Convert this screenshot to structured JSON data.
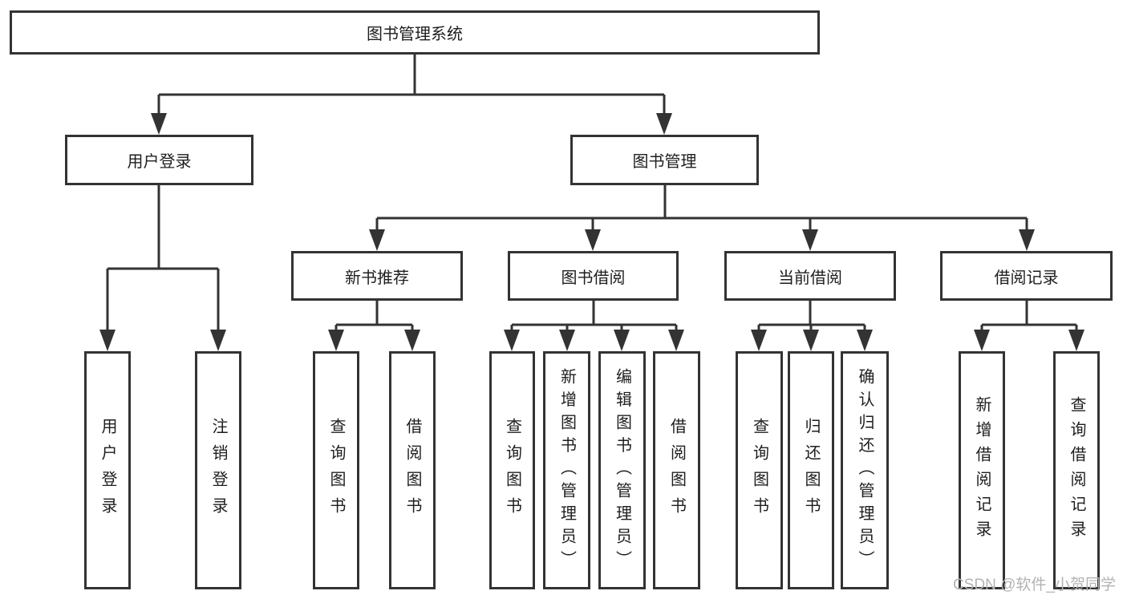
{
  "diagram": {
    "root": {
      "label": "图书管理系统"
    },
    "level2": [
      {
        "label": "用户登录"
      },
      {
        "label": "图书管理"
      }
    ],
    "level3": [
      {
        "label": "新书推荐",
        "parent": "图书管理"
      },
      {
        "label": "图书借阅",
        "parent": "图书管理"
      },
      {
        "label": "当前借阅",
        "parent": "图书管理"
      },
      {
        "label": "借阅记录",
        "parent": "图书管理"
      }
    ],
    "leaves": [
      {
        "label": "用户登录",
        "parent": "用户登录"
      },
      {
        "label": "注销登录",
        "parent": "用户登录"
      },
      {
        "label": "查询图书",
        "parent": "新书推荐"
      },
      {
        "label": "借阅图书",
        "parent": "新书推荐"
      },
      {
        "label": "查询图书",
        "parent": "图书借阅"
      },
      {
        "label": "新增图书（管理员）",
        "parent": "图书借阅"
      },
      {
        "label": "编辑图书（管理员）",
        "parent": "图书借阅"
      },
      {
        "label": "借阅图书",
        "parent": "图书借阅"
      },
      {
        "label": "查询图书",
        "parent": "当前借阅"
      },
      {
        "label": "归还图书",
        "parent": "当前借阅"
      },
      {
        "label": "确认归还（管理员）",
        "parent": "当前借阅"
      },
      {
        "label": "新增借阅记录",
        "parent": "借阅记录"
      },
      {
        "label": "查询借阅记录",
        "parent": "借阅记录"
      }
    ]
  },
  "watermark": "CSDN @软件_小贺同学",
  "colors": {
    "line": "#333333",
    "border": "#333333",
    "text": "#1e1e1e",
    "watermark": "#b3b3b3",
    "background": "#ffffff"
  }
}
